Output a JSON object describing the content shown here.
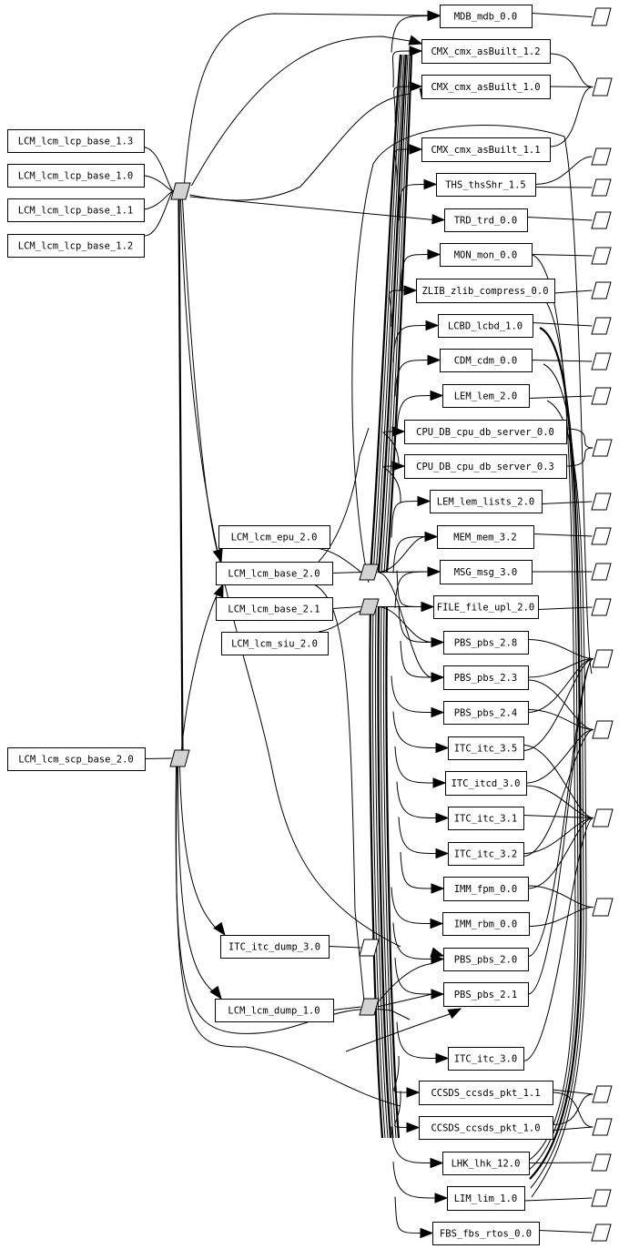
{
  "diagram": {
    "type": "dependency-graph",
    "colors": {
      "hub_fill": "#d3d3d3",
      "node_fill": "#ffffff",
      "stroke": "#000000"
    },
    "left_nodes": [
      {
        "id": "lcp13",
        "label": "LCM_lcm_lcp_base_1.3"
      },
      {
        "id": "lcp10",
        "label": "LCM_lcm_lcp_base_1.0"
      },
      {
        "id": "lcp11",
        "label": "LCM_lcm_lcp_base_1.1"
      },
      {
        "id": "lcp12",
        "label": "LCM_lcm_lcp_base_1.2"
      },
      {
        "id": "scp20",
        "label": "LCM_lcm_scp_base_2.0"
      }
    ],
    "middle_nodes": [
      {
        "id": "epu20",
        "label": "LCM_lcm_epu_2.0"
      },
      {
        "id": "base20",
        "label": "LCM_lcm_base_2.0"
      },
      {
        "id": "base21",
        "label": "LCM_lcm_base_2.1"
      },
      {
        "id": "siu20",
        "label": "LCM_lcm_siu_2.0"
      },
      {
        "id": "itcdump",
        "label": "ITC_itc_dump_3.0"
      },
      {
        "id": "lcmdump",
        "label": "LCM_lcm_dump_1.0"
      }
    ],
    "right_nodes": [
      {
        "id": "mdb",
        "label": "MDB_mdb_0.0"
      },
      {
        "id": "cmx12",
        "label": "CMX_cmx_asBuilt_1.2"
      },
      {
        "id": "cmx10",
        "label": "CMX_cmx_asBuilt_1.0"
      },
      {
        "id": "cmx11",
        "label": "CMX_cmx_asBuilt_1.1"
      },
      {
        "id": "ths",
        "label": "THS_thsShr_1.5"
      },
      {
        "id": "trd",
        "label": "TRD_trd_0.0"
      },
      {
        "id": "mon",
        "label": "MON_mon_0.0"
      },
      {
        "id": "zlib",
        "label": "ZLIB_zlib_compress_0.0"
      },
      {
        "id": "lcbd",
        "label": "LCBD_lcbd_1.0"
      },
      {
        "id": "cdm",
        "label": "CDM_cdm_0.0"
      },
      {
        "id": "lem",
        "label": "LEM_lem_2.0"
      },
      {
        "id": "cpudb00",
        "label": "CPU_DB_cpu_db_server_0.0"
      },
      {
        "id": "cpudb03",
        "label": "CPU_DB_cpu_db_server_0.3"
      },
      {
        "id": "lemlists",
        "label": "LEM_lem_lists_2.0"
      },
      {
        "id": "mem",
        "label": "MEM_mem_3.2"
      },
      {
        "id": "msg",
        "label": "MSG_msg_3.0"
      },
      {
        "id": "file",
        "label": "FILE_file_upl_2.0"
      },
      {
        "id": "pbs28",
        "label": "PBS_pbs_2.8"
      },
      {
        "id": "pbs23",
        "label": "PBS_pbs_2.3"
      },
      {
        "id": "pbs24",
        "label": "PBS_pbs_2.4"
      },
      {
        "id": "itc35",
        "label": "ITC_itc_3.5"
      },
      {
        "id": "itcd30",
        "label": "ITC_itcd_3.0"
      },
      {
        "id": "itc31",
        "label": "ITC_itc_3.1"
      },
      {
        "id": "itc32",
        "label": "ITC_itc_3.2"
      },
      {
        "id": "fpm",
        "label": "IMM_fpm_0.0"
      },
      {
        "id": "rbm",
        "label": "IMM_rbm_0.0"
      },
      {
        "id": "pbs20",
        "label": "PBS_pbs_2.0"
      },
      {
        "id": "pbs21",
        "label": "PBS_pbs_2.1"
      },
      {
        "id": "itc30",
        "label": "ITC_itc_3.0"
      },
      {
        "id": "ccsds11",
        "label": "CCSDS_ccsds_pkt_1.1"
      },
      {
        "id": "ccsds10",
        "label": "CCSDS_ccsds_pkt_1.0"
      },
      {
        "id": "lhk",
        "label": "LHK_lhk_12.0"
      },
      {
        "id": "lim",
        "label": "LIM_lim_1.0"
      },
      {
        "id": "fbs",
        "label": "FBS_fbs_rtos_0.0"
      }
    ]
  }
}
